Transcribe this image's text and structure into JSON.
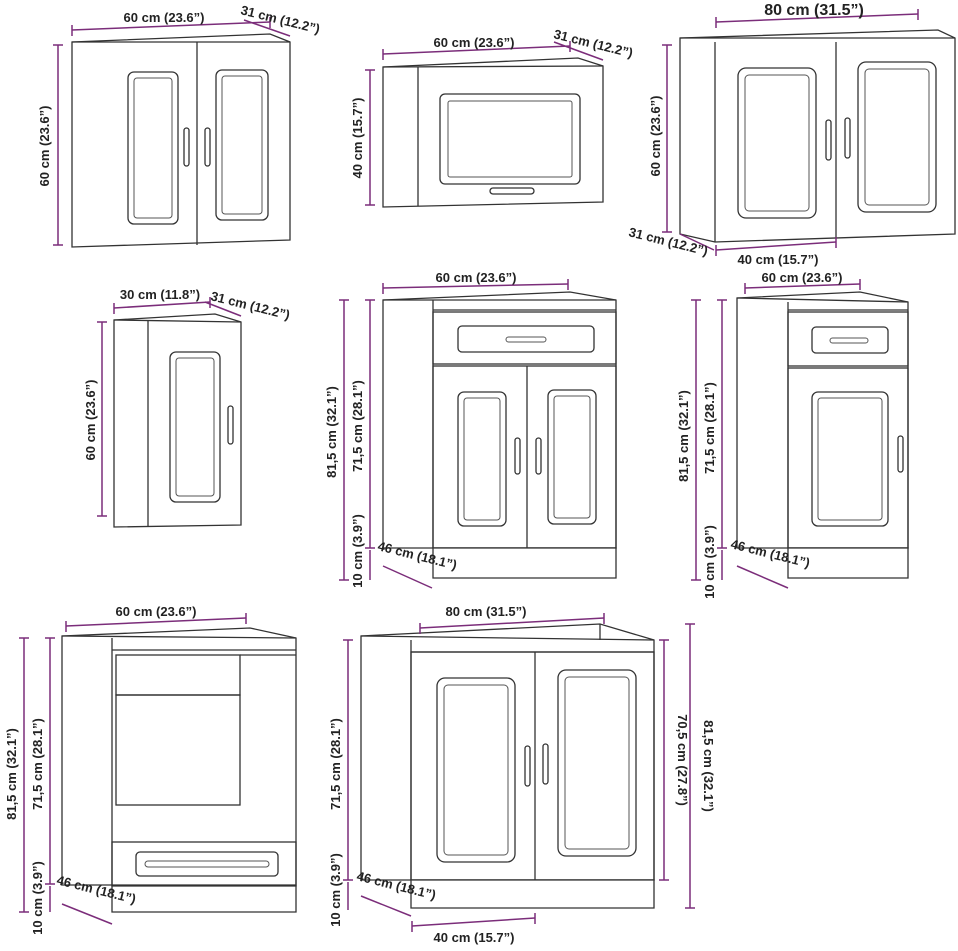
{
  "colors": {
    "dimension": "#7b2d7a",
    "line": "#333333",
    "label": "#222222"
  },
  "cabinets": [
    {
      "id": "wall-60-double",
      "dims": {
        "width": "60 cm (23.6”)",
        "depth": "31 cm (12.2”)",
        "height": "60 cm (23.6”)"
      }
    },
    {
      "id": "wall-60-glass",
      "dims": {
        "width": "60 cm (23.6”)",
        "depth": "31 cm (12.2”)",
        "height": "40 cm (15.7”)"
      }
    },
    {
      "id": "wall-80-double",
      "dims": {
        "width": "80 cm (31.5”)",
        "height": "60 cm (23.6”)",
        "depth": "31 cm (12.2”)",
        "inner_width": "40 cm (15.7”)"
      }
    },
    {
      "id": "wall-30-single",
      "dims": {
        "width": "30 cm (11.8”)",
        "depth": "31 cm (12.2”)",
        "height": "60 cm (23.6”)"
      }
    },
    {
      "id": "base-60-drawer-double",
      "dims": {
        "width": "60 cm (23.6”)",
        "total_height": "81,5 cm (32.1”)",
        "body_height": "71,5 cm (28.1”)",
        "plinth": "10 cm (3.9”)",
        "depth": "46 cm (18.1”)"
      }
    },
    {
      "id": "base-60-drawer-single",
      "dims": {
        "width": "60 cm (23.6”)",
        "total_height": "81,5 cm (32.1”)",
        "body_height": "71,5 cm (28.1”)",
        "plinth": "10 cm (3.9”)",
        "depth": "46 cm (18.1”)"
      }
    },
    {
      "id": "base-60-oven",
      "dims": {
        "width": "60 cm (23.6”)",
        "total_height": "81,5 cm (32.1”)",
        "body_height": "71,5 cm (28.1”)",
        "plinth": "10 cm (3.9”)",
        "depth": "46 cm (18.1”)"
      }
    },
    {
      "id": "base-80-sink",
      "dims": {
        "width": "80 cm (31.5”)",
        "body_height": "71,5 cm (28.1”)",
        "plinth": "10 cm (3.9”)",
        "depth": "46 cm (18.1”)",
        "inner_width": "40 cm (15.7”)",
        "inner_height": "70,5 cm (27.8”)",
        "total_height": "81,5 cm (32.1”)"
      }
    }
  ]
}
